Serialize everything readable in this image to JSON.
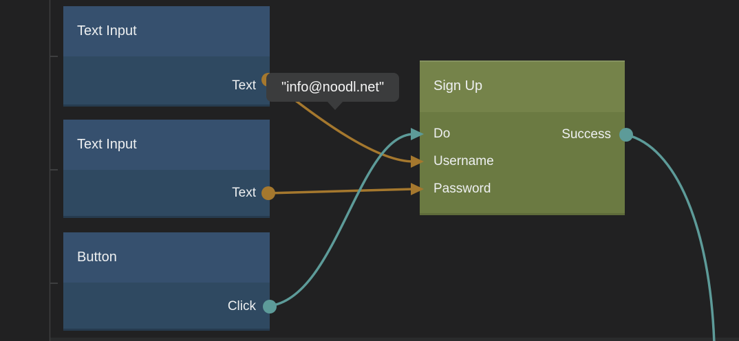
{
  "colors": {
    "bg": "#212122",
    "blue-header": "#36506e",
    "blue-body": "#2f4961",
    "green-header": "#75834a",
    "green-body": "#6b7a42",
    "orange": "#a5782e",
    "teal": "#5d9b99",
    "tooltip-bg": "#3b3c3d",
    "tooltip-text": "#f5f5f5",
    "node-text": "#eef0f1",
    "guide": "#3d3e3f",
    "bottom-strip": "#2a2b2c"
  },
  "nodes": [
    {
      "title": "Text Input",
      "outputs": [
        {
          "label": "Text",
          "port_color": "orange"
        }
      ]
    },
    {
      "title": "Text Input",
      "outputs": [
        {
          "label": "Text",
          "port_color": "orange"
        }
      ]
    },
    {
      "title": "Button",
      "outputs": [
        {
          "label": "Click",
          "port_color": "teal"
        }
      ]
    },
    {
      "title": "Sign Up",
      "inputs": [
        {
          "label": "Do",
          "port_color": "teal"
        },
        {
          "label": "Username",
          "port_color": "orange"
        },
        {
          "label": "Password",
          "port_color": "orange"
        }
      ],
      "outputs": [
        {
          "label": "Success",
          "port_color": "teal"
        }
      ]
    }
  ],
  "tooltip": {
    "value": "\"info@noodl.net\""
  },
  "connections": [
    {
      "from": "text-input-1.Text",
      "to": "sign-up.Username",
      "color": "orange"
    },
    {
      "from": "text-input-2.Text",
      "to": "sign-up.Password",
      "color": "orange"
    },
    {
      "from": "button-1.Click",
      "to": "sign-up.Do",
      "color": "teal"
    },
    {
      "from": "sign-up.Success",
      "to": "offscreen-bottom-right",
      "color": "teal"
    }
  ]
}
